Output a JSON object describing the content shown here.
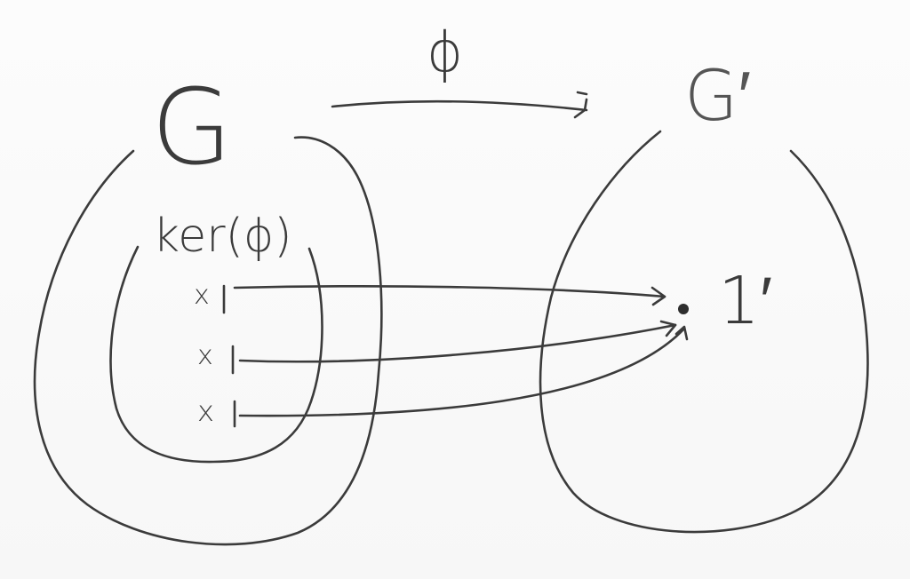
{
  "diagram": {
    "domain_set_label": "G",
    "codomain_set_label": "G′",
    "map_label": "ϕ",
    "kernel_label": "ker(ϕ)",
    "identity_label": "1′",
    "kernel_elements": [
      "x",
      "x",
      "x"
    ]
  },
  "colors": {
    "ink": "#3b3b3b",
    "paper": "#ffffff"
  }
}
